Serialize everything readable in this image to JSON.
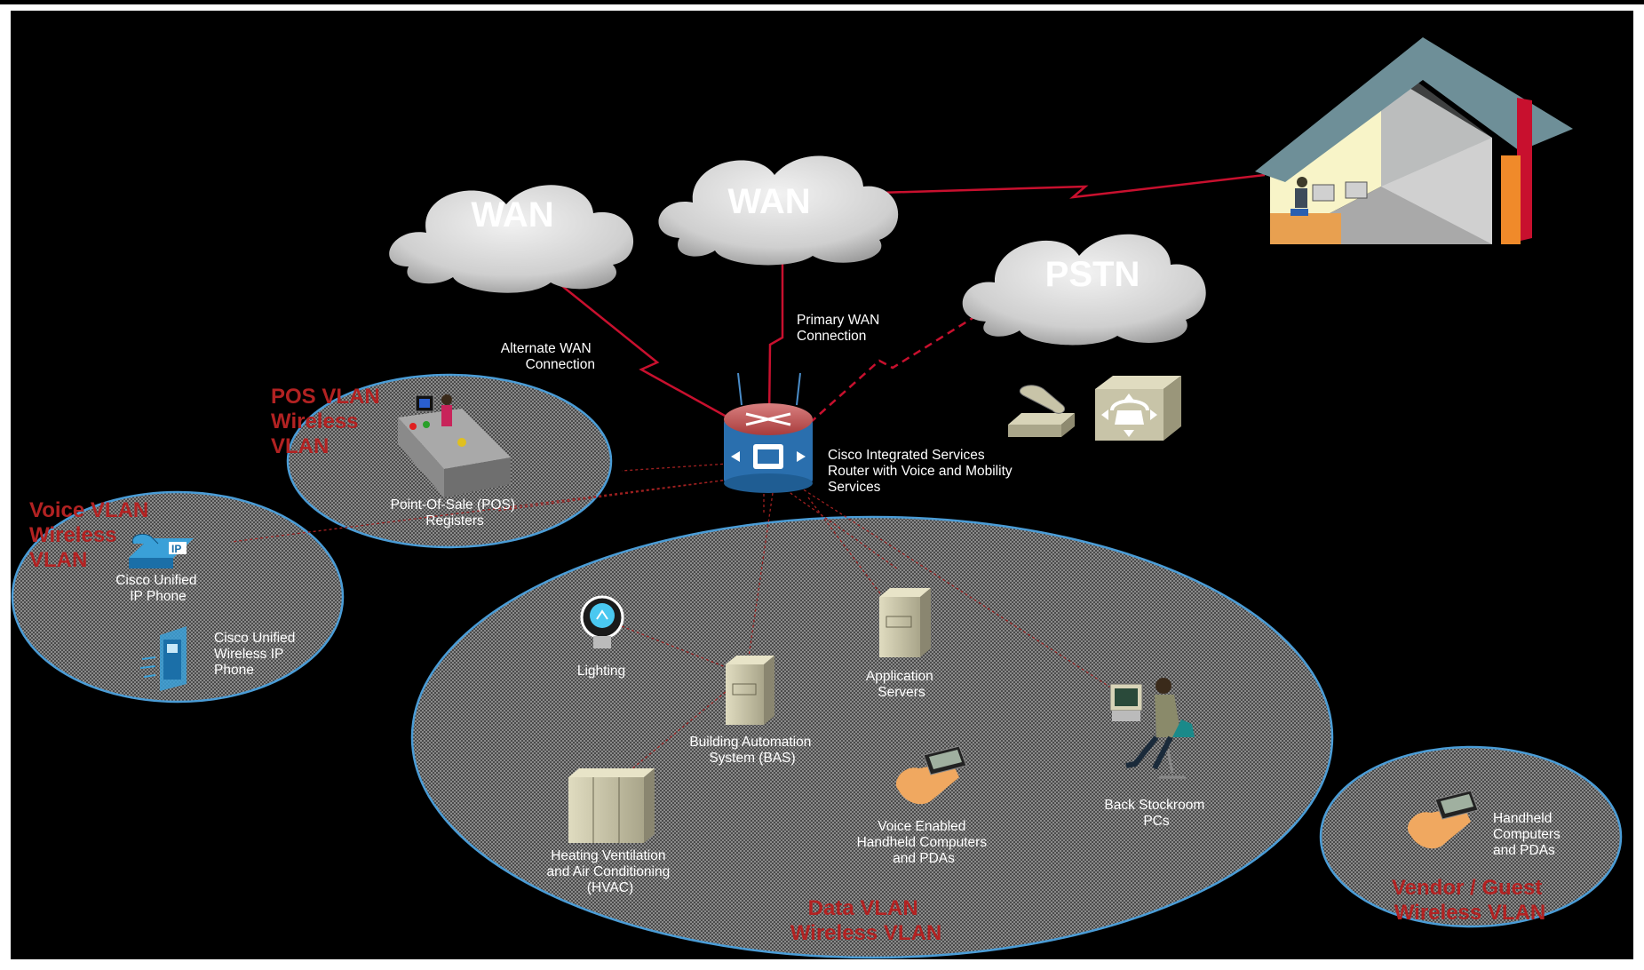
{
  "clouds": {
    "wan_alternate": "WAN",
    "wan_primary": "WAN",
    "pstn": "PSTN"
  },
  "links": {
    "alternate_wan": [
      "Alternate WAN",
      "Connection"
    ],
    "primary_wan": [
      "Primary WAN",
      "Connection"
    ]
  },
  "router": {
    "label": [
      "Cisco Integrated Services",
      "Router with Voice and Mobility",
      "Services"
    ]
  },
  "vlans": {
    "pos": [
      "POS VLAN",
      "Wireless",
      "VLAN"
    ],
    "voice": [
      "Voice VLAN",
      "Wireless",
      "VLAN"
    ],
    "data": [
      "Data VLAN",
      "Wireless VLAN"
    ],
    "vendor": [
      "Vendor / Guest",
      "Wireless VLAN"
    ]
  },
  "devices": {
    "pos_registers": [
      "Point-Of-Sale (POS)",
      "Registers"
    ],
    "ip_phone": [
      "Cisco Unified",
      "IP Phone"
    ],
    "wireless_ip_phone": [
      "Cisco Unified",
      "Wireless IP",
      "Phone"
    ],
    "lighting": [
      "Lighting"
    ],
    "bas": [
      "Building Automation",
      "System (BAS)"
    ],
    "app_servers": [
      "Application",
      "Servers"
    ],
    "hvac": [
      "Heating Ventilation",
      "and Air Conditioning",
      "(HVAC)"
    ],
    "voice_handhelds": [
      "Voice Enabled",
      "Handheld Computers",
      "and PDAs"
    ],
    "stockroom_pcs": [
      "Back Stockroom",
      "PCs"
    ],
    "guest_handhelds": [
      "Handheld",
      "Computers",
      "and PDAs"
    ]
  },
  "colors": {
    "background": "#000000",
    "link": "#c8102e",
    "vlan_label": "#b22222",
    "ellipse_border": "#4a9cd6",
    "cloud": "#d9d9d9"
  }
}
